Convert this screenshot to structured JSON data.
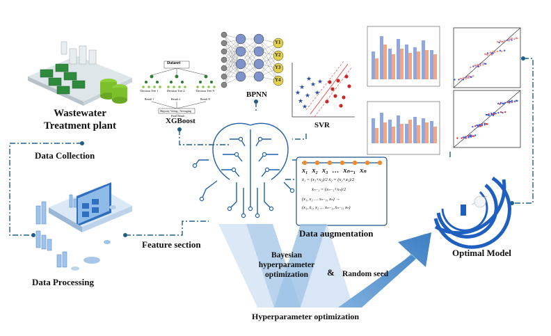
{
  "labels": {
    "wastewater_line1": "Wastewater",
    "wastewater_line2": "Treatment plant",
    "data_collection": "Data Collection",
    "data_processing": "Data Processing",
    "feature_section": "Feature section",
    "xgboost": "XGBoost",
    "bpnn": "BPNN",
    "svr": "SVR",
    "data_augmentation": "Data augmentation",
    "bayesian_line1": "Bayesian",
    "bayesian_line2": "hyperparameter",
    "bayesian_line3": "optimization",
    "ampersand": "&",
    "random_seed": "Random seed",
    "hyperparameter_optimization": "Hyperparameter optimization",
    "optimal_model": "Optimal Model"
  },
  "xgboost_tree": {
    "dataset": "Dataset",
    "trees": [
      "Decision Tree 1",
      "Decision Tree 2",
      "Decision Tree N"
    ],
    "results": [
      "Result 1",
      "Result 2",
      "Result N"
    ],
    "voting": "Majority Voting / Averaging",
    "final": "Final Result"
  },
  "bpnn_nodes": {
    "outputs": [
      "Y1",
      "Y2",
      "Y3",
      "Y4"
    ]
  },
  "augmentation": {
    "vars": [
      "x₁",
      "x₂",
      "x₃",
      "…",
      "xₙ₋₁",
      "xₙ"
    ],
    "eq1": "x̄₁ = (x₁+x₂)/2   x̄₂ = (x₂+x₃)/2",
    "eq2": "x̄ₙ₋₁ = (xₙ₋₁+xₙ)/2",
    "seq_from": "(x₁, x₂ … xₙ₋₁, xₙ) →",
    "seq_to": "(x₁, x̄₁, x₂ … xₙ₋₁, x̄ₙ₋₁, xₙ)"
  },
  "colors": {
    "dash_line": "#1f5f8b",
    "arrow_light": "#cfe2f3",
    "arrow_mid": "#9dc3e6",
    "arrow_dark": "#5b9bd5",
    "target_blue": "#1f5fbf",
    "bar_blue": "#8fa9e0",
    "bar_orange": "#f4a582",
    "aug_dot": "#f08a24"
  }
}
